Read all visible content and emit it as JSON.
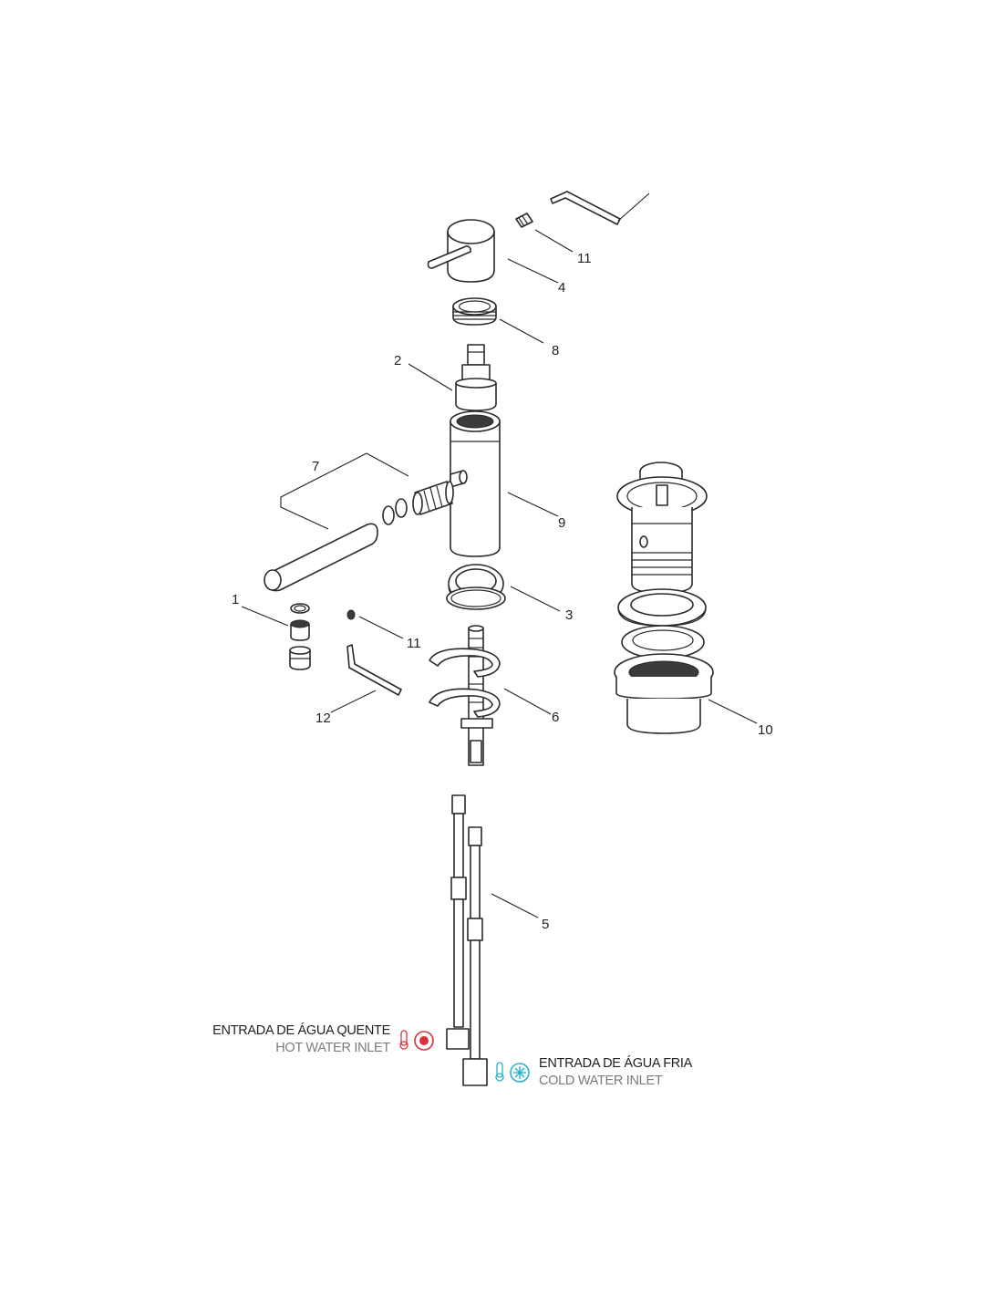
{
  "callouts": [
    "1",
    "2",
    "3",
    "4",
    "5",
    "6",
    "7",
    "8",
    "9",
    "10",
    "11",
    "11",
    "12"
  ],
  "inlets": {
    "hot": {
      "pt": "ENTRADA DE ÁGUA QUENTE",
      "en": "HOT WATER INLET",
      "color": "#d9323a"
    },
    "cold": {
      "pt": "ENTRADA DE ÁGUA FRIA",
      "en": "COLD WATER INLET",
      "color": "#2ab0d0"
    }
  }
}
